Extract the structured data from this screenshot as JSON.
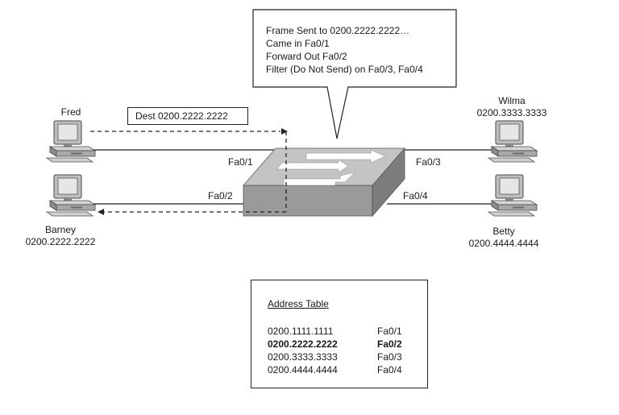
{
  "callout": {
    "lines": [
      "Frame Sent to 0200.2222.2222…",
      "Came in Fa0/1",
      "Forward Out Fa0/2",
      "Filter (Do Not Send) on Fa0/3, Fa0/4"
    ]
  },
  "frame_label": "Dest 0200.2222.2222",
  "hosts": {
    "fred": {
      "name": "Fred"
    },
    "barney": {
      "name": "Barney",
      "mac": "0200.2222.2222"
    },
    "wilma": {
      "name": "Wilma",
      "mac": "0200.3333.3333"
    },
    "betty": {
      "name": "Betty",
      "mac": "0200.4444.4444"
    }
  },
  "ports": {
    "fa01": "Fa0/1",
    "fa02": "Fa0/2",
    "fa03": "Fa0/3",
    "fa04": "Fa0/4"
  },
  "address_table": {
    "title": "Address Table",
    "rows": [
      {
        "mac": "0200.1111.1111",
        "port": "Fa0/1"
      },
      {
        "mac": "0200.2222.2222",
        "port": "Fa0/2"
      },
      {
        "mac": "0200.3333.3333",
        "port": "Fa0/3"
      },
      {
        "mac": "0200.4444.4444",
        "port": "Fa0/4"
      }
    ]
  },
  "colors": {
    "line": "#222222",
    "switch_top": "#c4c4c4",
    "switch_front": "#9a9a9a",
    "switch_side": "#7c7c7c"
  }
}
